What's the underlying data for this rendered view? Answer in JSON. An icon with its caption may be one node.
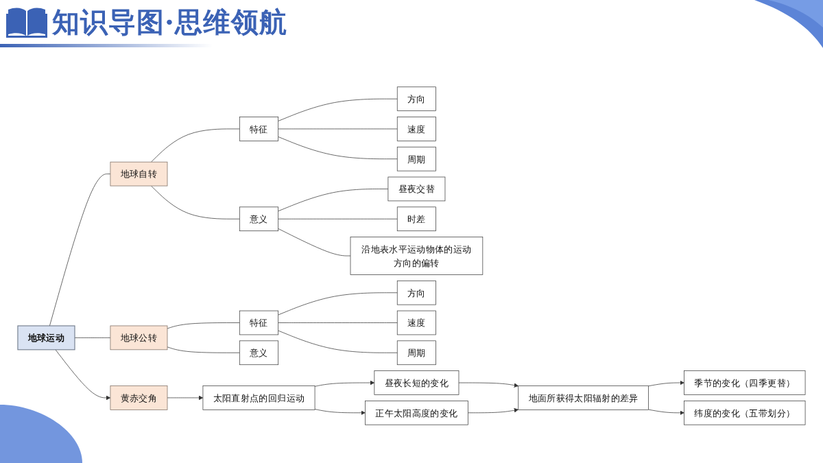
{
  "diagram": {
    "title": "知识导图·思维领航",
    "nodes": [
      {
        "text": [
          "地球运动"
        ]
      },
      {
        "text": [
          "地球自转"
        ]
      },
      {
        "text": [
          "特征"
        ]
      },
      {
        "text": [
          "意义"
        ]
      },
      {
        "text": [
          "方向"
        ]
      },
      {
        "text": [
          "速度"
        ]
      },
      {
        "text": [
          "周期"
        ]
      },
      {
        "text": [
          "昼夜交替"
        ]
      },
      {
        "text": [
          "时差"
        ]
      },
      {
        "text": [
          "沿地表水平运动物体的运动方向的偏转"
        ]
      },
      {
        "text": [
          "地球公转"
        ]
      },
      {
        "text": [
          "特征"
        ]
      },
      {
        "text": [
          "意义"
        ]
      },
      {
        "text": [
          "方向"
        ]
      },
      {
        "text": [
          "速度"
        ]
      },
      {
        "text": [
          "周期"
        ]
      },
      {
        "text": [
          "黄赤交角"
        ]
      },
      {
        "text": [
          "太阳直射点的回归运动"
        ]
      },
      {
        "text": [
          "昼夜长短的变化"
        ]
      },
      {
        "text": [
          "正午太阳高度的变化"
        ]
      },
      {
        "text": [
          "地面所获得太阳辐射的差异"
        ]
      },
      {
        "text": [
          "季节的变化（四季更替）"
        ]
      },
      {
        "text": [
          "纬度的变化（五带划分）"
        ]
      }
    ],
    "edges": [
      {
        "from": 0,
        "to": 1,
        "arrow": "none"
      },
      {
        "from": 1,
        "to": 2,
        "arrow": "none"
      },
      {
        "from": 1,
        "to": 3,
        "arrow": "none"
      },
      {
        "from": 2,
        "to": 4,
        "arrow": "none"
      },
      {
        "from": 2,
        "to": 5,
        "arrow": "none"
      },
      {
        "from": 2,
        "to": 6,
        "arrow": "none"
      },
      {
        "from": 3,
        "to": 7,
        "arrow": "none"
      },
      {
        "from": 3,
        "to": 8,
        "arrow": "none"
      },
      {
        "from": 3,
        "to": 9,
        "arrow": "none"
      },
      {
        "from": 0,
        "to": 10,
        "arrow": "none"
      },
      {
        "from": 10,
        "to": 11,
        "arrow": "none"
      },
      {
        "from": 10,
        "to": 12,
        "arrow": "none"
      },
      {
        "from": 11,
        "to": 13,
        "arrow": "none"
      },
      {
        "from": 11,
        "to": 14,
        "arrow": "none"
      },
      {
        "from": 11,
        "to": 15,
        "arrow": "none"
      },
      {
        "from": 0,
        "to": 16,
        "arrow": "to"
      },
      {
        "from": 16,
        "to": 17,
        "arrow": "to"
      },
      {
        "from": 17,
        "to": 18,
        "arrow": "to"
      },
      {
        "from": 17,
        "to": 19,
        "arrow": "to"
      },
      {
        "from": 18,
        "to": 20,
        "arrow": "to"
      },
      {
        "from": 19,
        "to": 20,
        "arrow": "to"
      },
      {
        "from": 20,
        "to": 21,
        "arrow": "to"
      },
      {
        "from": 20,
        "to": 22,
        "arrow": "to"
      }
    ]
  }
}
